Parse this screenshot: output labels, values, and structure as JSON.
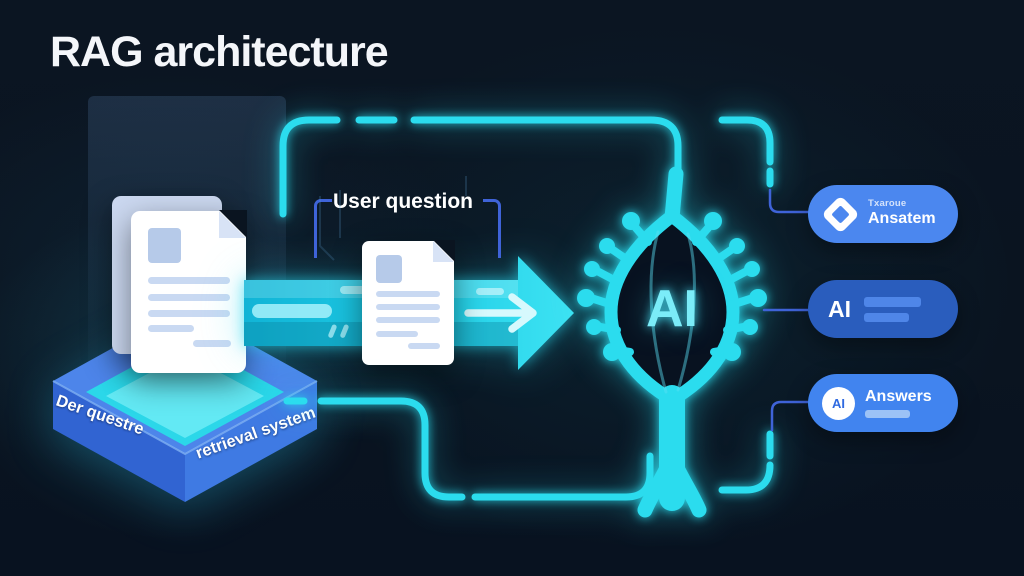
{
  "title": "RAG architecture",
  "knowledge_base": {
    "platform_left_label": "Der questre",
    "platform_right_label": "retrieval system"
  },
  "user_question": {
    "label": "User question"
  },
  "ai_core": {
    "label": "AI"
  },
  "outputs": {
    "item1": {
      "subtitle": "Txaroue",
      "title": "Ansatem",
      "icon": "diamond-badge-icon"
    },
    "item2": {
      "label": "AI",
      "bars": 2
    },
    "item3": {
      "label": "Answers",
      "icon_label": "AI",
      "icon": "ai-circle-icon"
    }
  },
  "colors": {
    "background": "#0a1420",
    "neon_cyan": "#2bdcee",
    "arrow_cyan": "#1fc8e2",
    "pill_blue": "#4b87ef",
    "pill_dark_blue": "#2a5dbd",
    "wire_blue": "#3f63d8",
    "platform_blue": "#3a72da",
    "platform_top_cyan": "#2bd7e9",
    "document_white": "#ffffff",
    "document_line": "#c9d9f2"
  }
}
